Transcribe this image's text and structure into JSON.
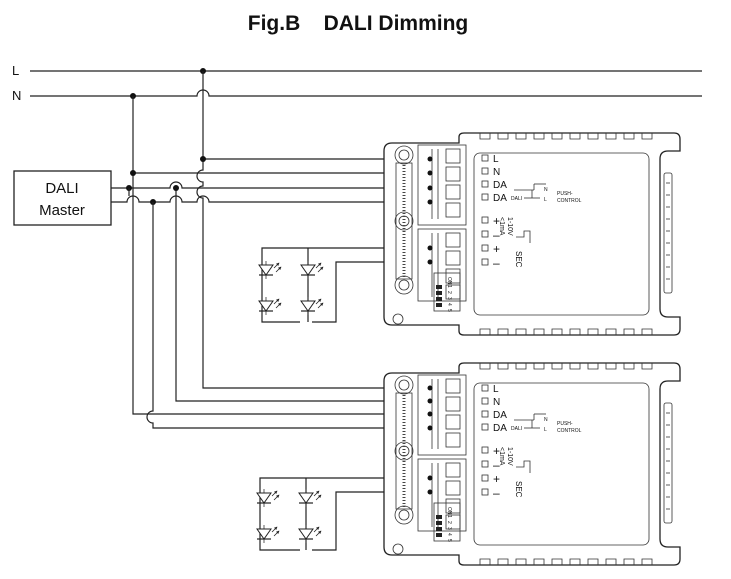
{
  "title": "Fig.B    DALI Dimming",
  "mains": {
    "line_label": "L",
    "neutral_label": "N"
  },
  "master": {
    "line1": "DALI",
    "line2": "Master"
  },
  "driver": {
    "terminals_top": [
      "L",
      "N",
      "DA",
      "DA"
    ],
    "terminals_bottom": [
      "+",
      "–",
      "+",
      "–"
    ],
    "dali_small": "DALI",
    "push_label": "PUSH-",
    "control_label": "CONTROL",
    "n_mark": "N",
    "l_mark": "L",
    "dim_label1": "1-10V",
    "dim_label2": "<1mA",
    "sec_label": "SEC",
    "switch_on": "ON",
    "switch_numbers": [
      "1",
      "2",
      "3",
      "4",
      "5"
    ]
  },
  "drivers": [
    {
      "id": "driver-1"
    },
    {
      "id": "driver-2"
    }
  ]
}
